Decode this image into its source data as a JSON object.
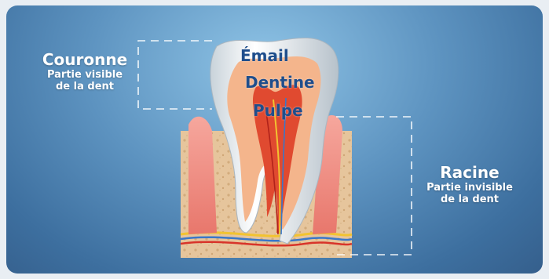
{
  "crown": {
    "title": "Couronne",
    "subtitle_line1": "Partie visible",
    "subtitle_line2": "de la dent"
  },
  "root": {
    "title": "Racine",
    "subtitle_line1": "Partie invisible",
    "subtitle_line2": "de la dent"
  },
  "layers": {
    "enamel": "Émail",
    "dentin": "Dentine",
    "pulp": "Pulpe"
  },
  "colors": {
    "background": "#4f86b5",
    "label_white": "#ffffff",
    "layer_blue": "#1f4e8c",
    "bone": "#e8c9a2",
    "gum": "#f08a80",
    "pulp": "#e0402a"
  }
}
